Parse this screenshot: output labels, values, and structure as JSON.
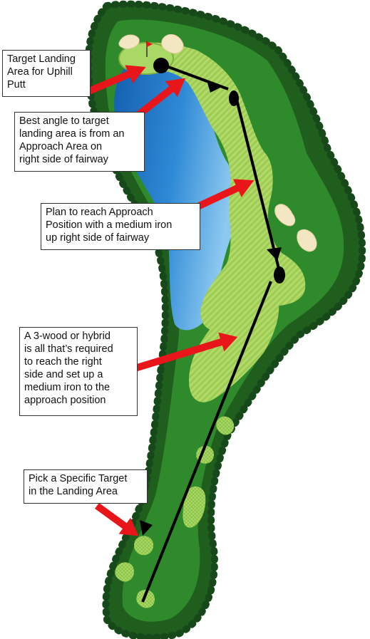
{
  "callouts": {
    "target_landing": "Target Landing\nArea for Uphill\nPutt",
    "best_angle": "Best angle to target\nlanding area is from an\nApproach Area on\nright side of fairway",
    "plan_reach": "Plan to reach Approach\nPosition with a medium iron\nup right side of fairway",
    "three_wood": "A 3-wood or hybrid\nis all that’s required\nto reach the right\nside and set up a\nmedium iron to the\napproach position",
    "pick_target": "Pick a Specific Target\nin the Landing Area"
  },
  "colors": {
    "trees": "#1f5e1c",
    "tree_highlight": "#2f7d26",
    "rough": "#2f8a2b",
    "fairway": "#9ccc52",
    "fairway_stripe": "#b3d96a",
    "water_deep": "#1a6fc0",
    "water_light": "#6fb6ea",
    "sand": "#f3e6c2",
    "arrow_red": "#e8161a",
    "path_black": "#000000"
  },
  "icons": {
    "flag": "flag-icon",
    "ball_marker": "ball-marker-icon"
  }
}
